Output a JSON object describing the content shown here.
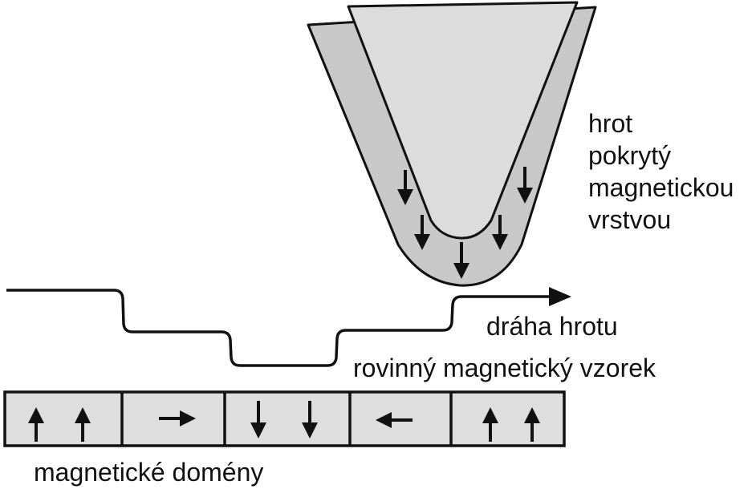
{
  "labels": {
    "tip": [
      "hrot",
      "pokrytý",
      "magnetickou",
      "vrstvou"
    ],
    "tip_path": "dráha hrotu",
    "sample": "rovinný magnetický vzorek",
    "domains": "magnetické domény"
  },
  "domains": [
    {
      "arrows": [
        "up",
        "up"
      ]
    },
    {
      "arrows": [
        "right"
      ]
    },
    {
      "arrows": [
        "down",
        "down"
      ]
    },
    {
      "arrows": [
        "left"
      ]
    },
    {
      "arrows": [
        "up",
        "up"
      ]
    }
  ],
  "tip_coating_arrows": [
    "down",
    "down",
    "down",
    "down",
    "down"
  ],
  "colors": {
    "line": "#111111",
    "tip_coating": "#c8c8c8",
    "tip_core": "#dcdcdc",
    "domain_fill": "#dedede",
    "background": "#ffffff"
  }
}
